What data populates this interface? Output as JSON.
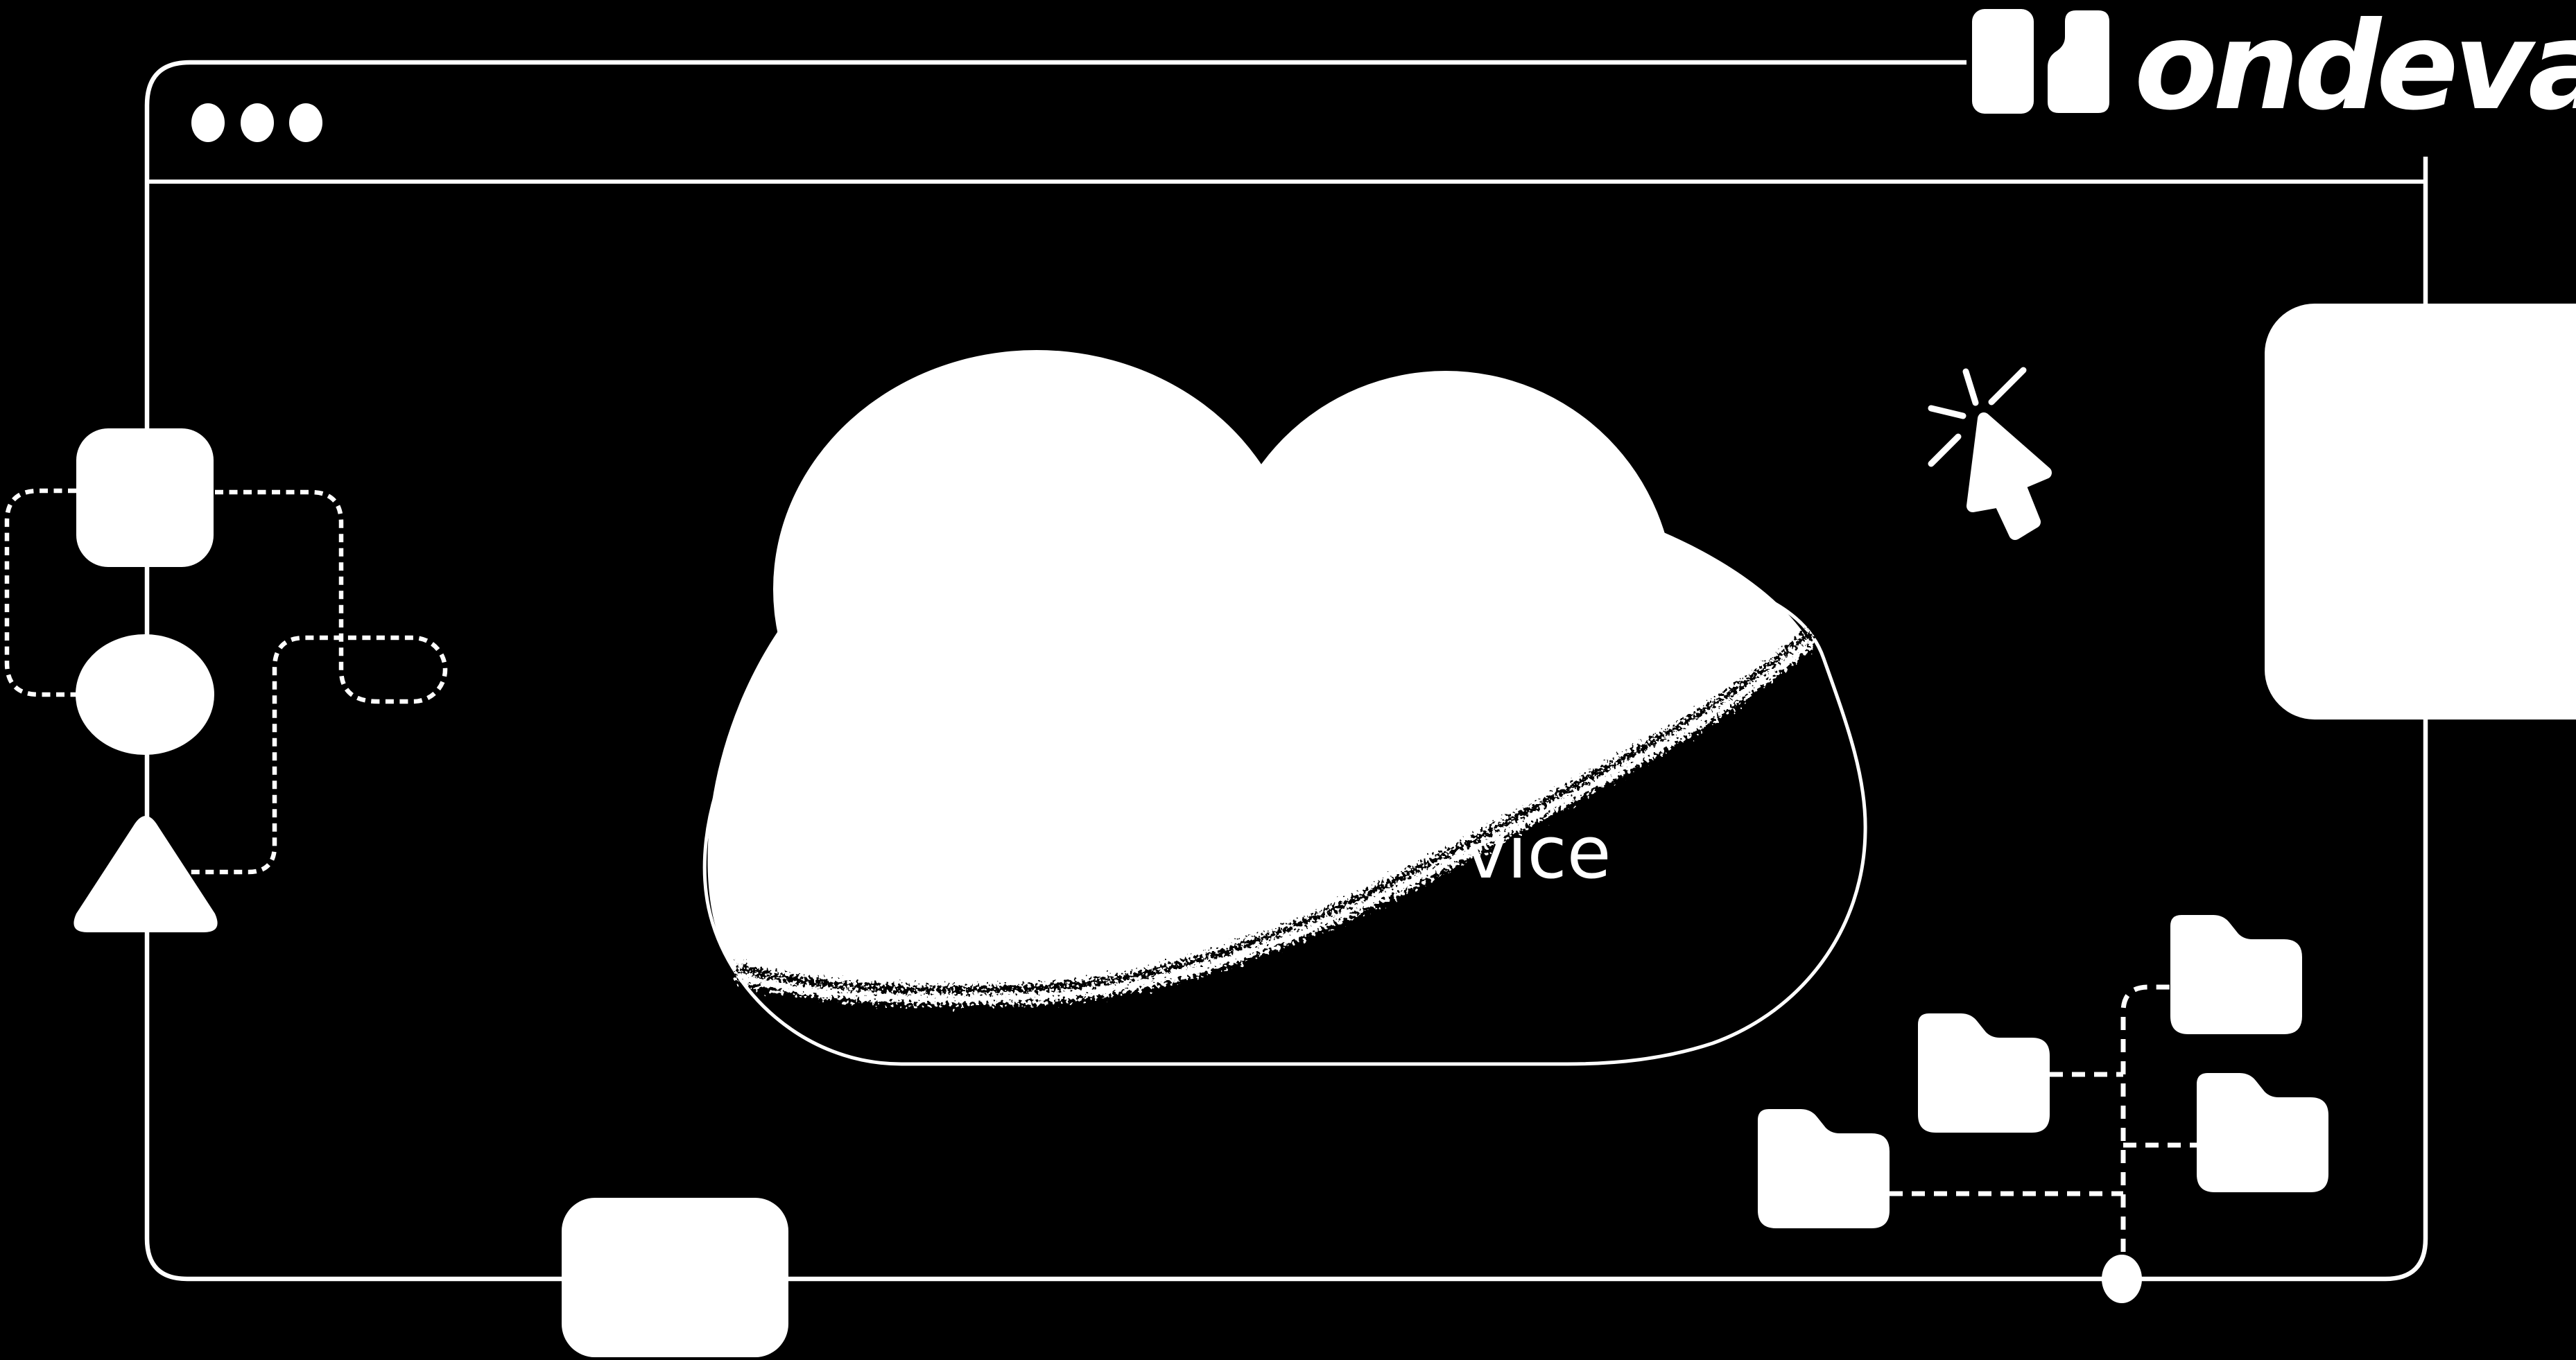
{
  "theme": {
    "background": "#000000",
    "foreground": "#ffffff"
  },
  "brand": {
    "name": "ondeva",
    "logo_icon": "two-bars-logo-icon"
  },
  "browser_window": {
    "control_dots": [
      "dot",
      "dot",
      "dot"
    ],
    "has_toolbar_divider": true
  },
  "cloud": {
    "visible_text_fragment": "vice"
  },
  "left_flow_shapes": [
    "rounded-square",
    "circle",
    "triangle"
  ],
  "folder_tree": {
    "folder_count": 4,
    "has_node_dot_on_border": true
  },
  "cursor": {
    "type": "click-cursor",
    "spark_count": 4
  },
  "panels": {
    "right_panel": true,
    "bottom_panel": true
  }
}
